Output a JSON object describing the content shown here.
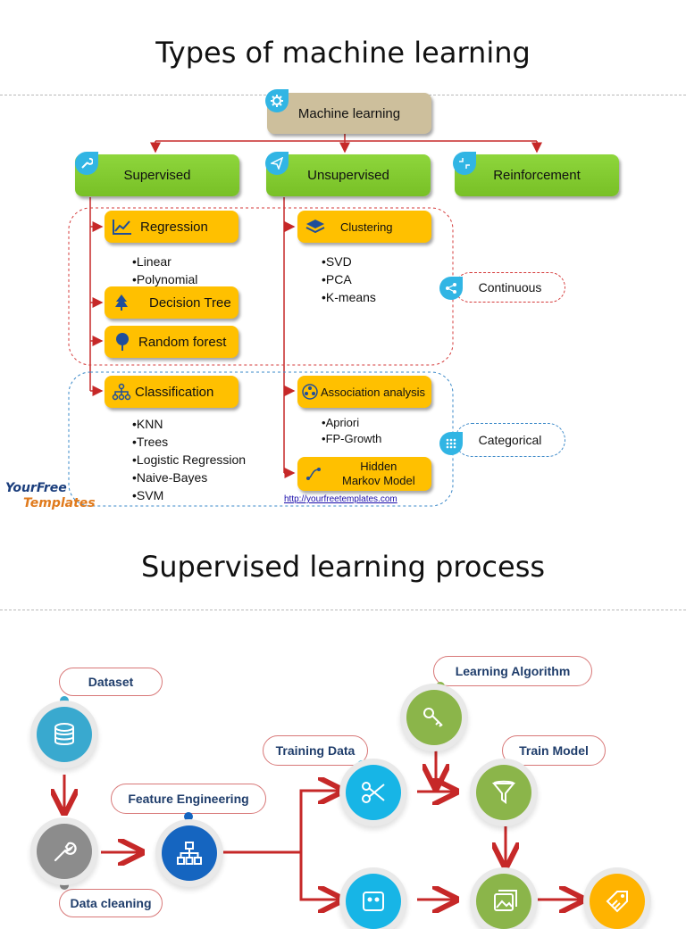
{
  "part1": {
    "title": "Types of machine learning",
    "root": "Machine learning",
    "supervised": "Supervised",
    "unsupervised": "Unsupervised",
    "reinforcement": "Reinforcement",
    "regression": "Regression",
    "regression_items": [
      "Linear",
      "Polynomial"
    ],
    "decision_tree": "Decision Tree",
    "random_forest": "Random forest",
    "classification": "Classification",
    "classification_items": [
      "KNN",
      "Trees",
      "Logistic Regression",
      "Naive-Bayes",
      "SVM"
    ],
    "clustering": "Clustering",
    "clustering_items": [
      "SVD",
      "PCA",
      "K-means"
    ],
    "association": "Association analysis",
    "association_items": [
      "Apriori",
      "FP-Growth"
    ],
    "hmm_line1": "Hidden",
    "hmm_line2": "Markov Model",
    "continuous": "Continuous",
    "categorical": "Categorical",
    "logo_line1": "YourFree",
    "logo_line2": "Templates",
    "url": "http://yourfreetemplates.com"
  },
  "part2": {
    "title": "Supervised learning process",
    "dataset": "Dataset",
    "data_cleaning": "Data cleaning",
    "feature_engineering": "Feature Engineering",
    "training_data": "Training Data",
    "learning_algorithm": "Learning Algorithm",
    "train_model": "Train Model"
  },
  "colors": {
    "arrow_red": "#c62828",
    "green_box": "#7ec92d",
    "yellow_box": "#ffc000",
    "root_box": "#cdbf9c",
    "blue_circle": "#39a9cf",
    "grey_circle": "#8c8c8c",
    "navy_circle": "#1565c0",
    "cyan_circle": "#17b5e6",
    "olive_circle": "#8bb54a",
    "gold_circle": "#ffb300"
  },
  "icons": [
    "gear-icon",
    "wrench-icon",
    "paper-plane-icon",
    "compress-icon",
    "line-chart-icon",
    "layers-icon",
    "tree-icon",
    "hierarchy-icon",
    "network-icon",
    "share-icon",
    "database-icon",
    "scissors-icon",
    "key-icon",
    "funnel-icon",
    "image-icon",
    "tag-icon"
  ]
}
